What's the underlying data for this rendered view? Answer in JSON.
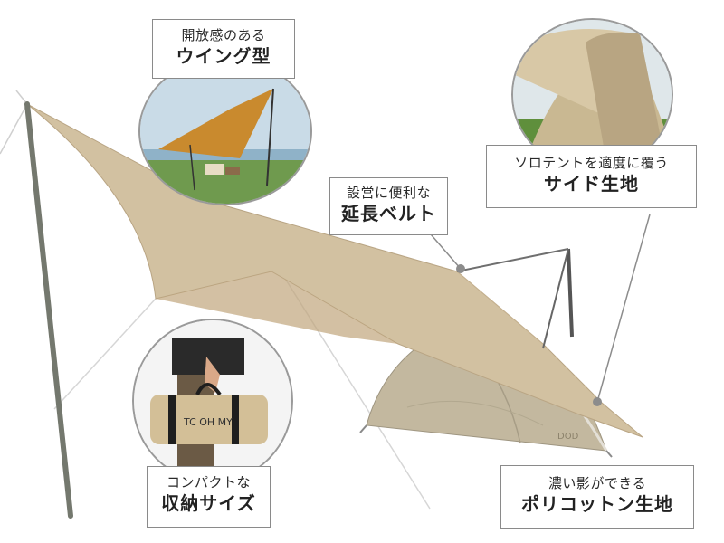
{
  "callouts": {
    "wing": {
      "small": "開放感のある",
      "big": "ウイング型"
    },
    "belt": {
      "small": "設営に便利な",
      "big": "延長ベルト"
    },
    "side": {
      "small": "ソロテントを適度に覆う",
      "big": "サイド生地"
    },
    "compact": {
      "small": "コンパクトな",
      "big": "収納サイズ"
    },
    "fabric": {
      "small": "濃い影ができる",
      "big": "ポリコットン生地"
    }
  },
  "bag_print": "TC OH MY",
  "tent_logo": "DOD",
  "colors": {
    "tarp": "#d2c1a1",
    "tarp_shadow": "#b4926a",
    "tent": "#c3b89f",
    "inset_border": "#9a9a9a",
    "callout_border": "#8a8a8a"
  }
}
